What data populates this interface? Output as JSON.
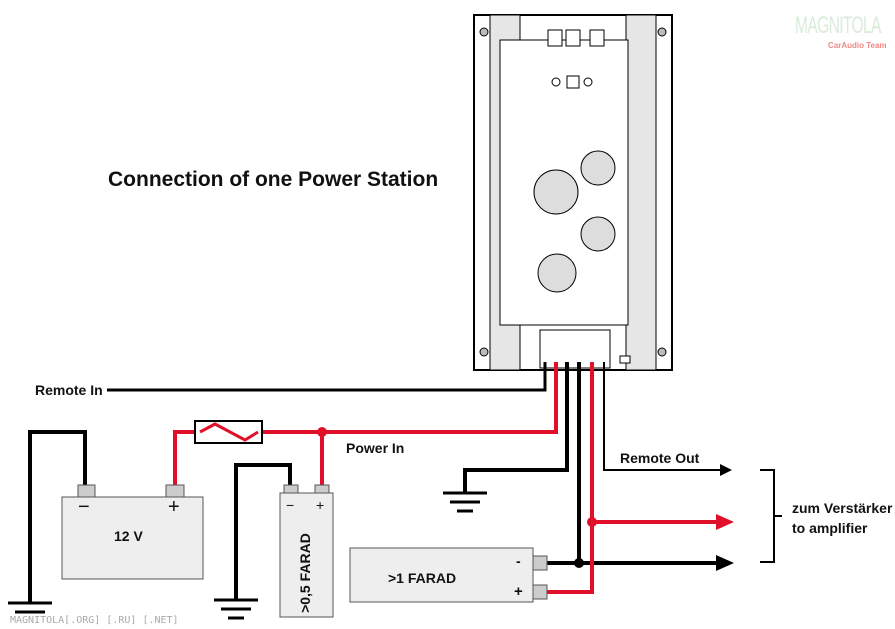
{
  "title": "Connection of one Power Station",
  "labels": {
    "remote_in": "Remote In",
    "power_in": "Power In",
    "remote_out": "Remote Out",
    "amp_de": "zum Verstärker",
    "amp_en": "to amplifier"
  },
  "battery": {
    "label": "12 V",
    "minus": "−",
    "plus": "+"
  },
  "cap_small": {
    "label": ">0,5 FARAD",
    "minus": "−",
    "plus": "+"
  },
  "cap_large": {
    "label": ">1 FARAD",
    "minus": "-",
    "plus": "+"
  },
  "logo": {
    "text": "MAGNITOLA",
    "sub": "CarAudio Team"
  },
  "watermark": "MAGNITOLA[.ORG] [.RU] [.NET]",
  "colors": {
    "power": "#e0102a",
    "ground": "#000000"
  }
}
